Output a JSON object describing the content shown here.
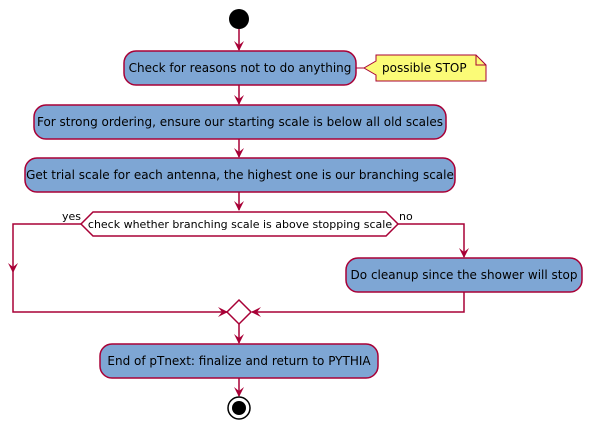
{
  "diagram": {
    "activities": {
      "check_reasons": "Check for reasons not to do anything",
      "strong_ordering": "For strong ordering, ensure our starting scale is below all old scales",
      "trial_scale": "Get trial scale for each antenna, the highest one is our branching scale",
      "cleanup": "Do cleanup since the shower will stop",
      "finalize": "End of pTnext: finalize and return to PYTHIA"
    },
    "note": "possible STOP",
    "decision": {
      "condition": "check whether branching scale is above stopping scale",
      "yes_label": "yes",
      "no_label": "no"
    },
    "colors": {
      "activity_fill": "#7ea6d4",
      "border": "#a80036",
      "note_fill": "#fbfb77",
      "note_border": "#a80036",
      "start_fill": "#000000"
    }
  }
}
